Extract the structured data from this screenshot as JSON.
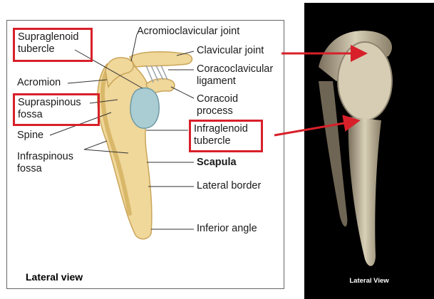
{
  "diagram": {
    "labels": {
      "acromioclavicular_joint": "Acromioclavicular joint",
      "clavicular_joint": "Clavicular joint",
      "coracoclavicular_ligament_1": "Coracoclavicular",
      "coracoclavicular_ligament_2": "ligament",
      "coracoid_process_1": "Coracoid",
      "coracoid_process_2": "process",
      "supraglenoid_1": "Supraglenoid",
      "supraglenoid_2": "tubercle",
      "acromion": "Acromion",
      "supraspinous_1": "Supraspinous",
      "supraspinous_2": "fossa",
      "spine": "Spine",
      "infraspinous_1": "Infraspinous",
      "infraspinous_2": "fossa",
      "infraglenoid_1": "Infraglenoid",
      "infraglenoid_2": "tubercle",
      "scapula": "Scapula",
      "lateral_border": "Lateral border",
      "inferior_angle": "Inferior angle"
    },
    "caption": "Lateral view"
  },
  "photo": {
    "caption": "Lateral View"
  },
  "colors": {
    "highlight": "#d8202a",
    "bone": "#f0d79a",
    "bone_shadow": "#d9b86a",
    "glenoid": "#a9cdd3",
    "photo_bg": "#000000"
  }
}
